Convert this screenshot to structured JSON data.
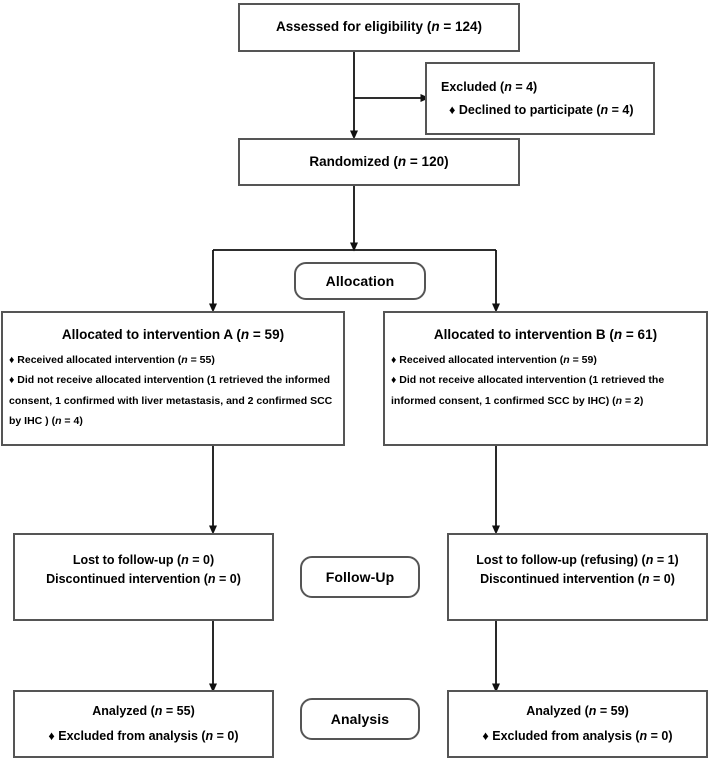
{
  "diagram": {
    "title": "CONSORT participant flow diagram",
    "line_color": "#555555",
    "text_color": "#000000",
    "background": "#ffffff"
  },
  "nodes": {
    "assessed": {
      "text": "Assessed for eligibility (n = 124)"
    },
    "excluded": {
      "title": "Excluded (n = 4)",
      "item1": "♦ Declined to participate (n = 4)"
    },
    "randomized": {
      "text": "Randomized (n = 120)"
    },
    "stage_allocation": {
      "label": "Allocation"
    },
    "stage_followup": {
      "label": "Follow-Up"
    },
    "stage_analysis": {
      "label": "Analysis"
    },
    "alloc_a": {
      "header": "Allocated to intervention A (n = 59)",
      "item1": "♦ Received allocated intervention (n = 55)",
      "item2": "♦ Did not receive allocated intervention (1 retrieved the informed consent, 1 confirmed with liver metastasis, and 2 confirmed SCC by IHC ) (n = 4)"
    },
    "alloc_b": {
      "header": "Allocated to intervention B (n = 61)",
      "item1": "♦ Received allocated intervention (n = 59)",
      "item2": "♦ Did not receive allocated intervention (1 retrieved the informed consent, 1 confirmed SCC by IHC) (n = 2)"
    },
    "followup_a": {
      "line1": "Lost to follow-up (n = 0)",
      "line2": "Discontinued intervention (n = 0)"
    },
    "followup_b": {
      "line1": "Lost to follow-up (refusing) (n = 1)",
      "line2": "Discontinued intervention (n = 0)"
    },
    "analysis_a": {
      "line1": "Analyzed (n = 55)",
      "line2": "♦ Excluded from analysis (n = 0)"
    },
    "analysis_b": {
      "line1": "Analyzed (n = 59)",
      "line2": "♦ Excluded from analysis (n = 0)"
    }
  },
  "counts": {
    "assessed_n": 124,
    "excluded_n": 4,
    "declined_n": 4,
    "randomized_n": 120,
    "allocated_a_n": 59,
    "allocated_b_n": 61,
    "received_a_n": 55,
    "received_b_n": 59,
    "not_received_a_n": 4,
    "not_received_b_n": 2,
    "lost_a_n": 0,
    "lost_b_n": 1,
    "discontinued_a_n": 0,
    "discontinued_b_n": 0,
    "analyzed_a_n": 55,
    "analyzed_b_n": 59,
    "excluded_analysis_a_n": 0,
    "excluded_analysis_b_n": 0
  }
}
